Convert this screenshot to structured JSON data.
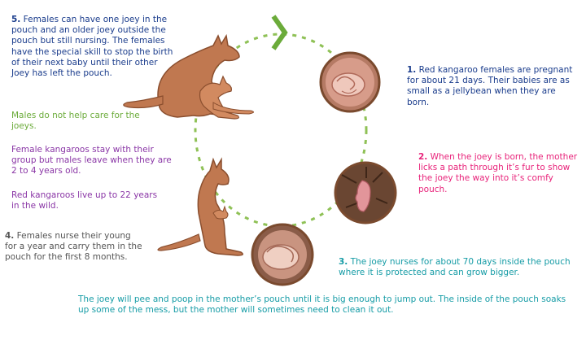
{
  "colors": {
    "blue": "#1a3c8c",
    "pink": "#e8237a",
    "teal": "#169ca6",
    "green": "#6bab3a",
    "purple": "#8a36a6",
    "gray": "#555555",
    "kangaroo": "#c07850",
    "kangaroo_dark": "#8a4e2e",
    "circle_ring": "#7a4a2e",
    "dashed_circle": "#8fc156"
  },
  "steps": {
    "step5": {
      "num": "5.",
      "text": "Females can have one joey in the pouch and an older joey outside the pouch but still nursing. The females have the special skill to stop the birth of their next baby until their other Joey has left the pouch."
    },
    "step1": {
      "num": "1.",
      "text": "Red kangaroo females are pregnant for about 21 days. Their babies are as small as a jellybean when they are born."
    },
    "step2": {
      "num": "2.",
      "text": "When the joey is born, the mother licks a path through it’s fur to show the joey the way into it’s comfy pouch."
    },
    "step3": {
      "num": "3.",
      "text": "The joey nurses for about 70 days inside the pouch where it is protected and can grow bigger."
    },
    "step4": {
      "num": "4.",
      "text": "Females nurse their young for a year and carry them in the pouch for the first 8 months."
    }
  },
  "facts": {
    "males_care": "Males do not help care for the joeys.",
    "groups": "Female kangaroos stay with their group but males leave when they are 2 to 4 years old.",
    "lifespan": "Red kangaroos live up to 22 years in the wild."
  },
  "footer": "The joey will pee and poop in the mother’s pouch until it is big enough to jump out. The inside of the pouch soaks up some of the mess, but the mother will sometimes need to clean it out.",
  "icons": [
    "cycle-arrow-icon",
    "kangaroo-mother-joey-illustration",
    "kangaroo-standing-illustration",
    "embryo-photo-icon",
    "newborn-joey-photo-icon",
    "pouch-joey-photo-icon"
  ]
}
